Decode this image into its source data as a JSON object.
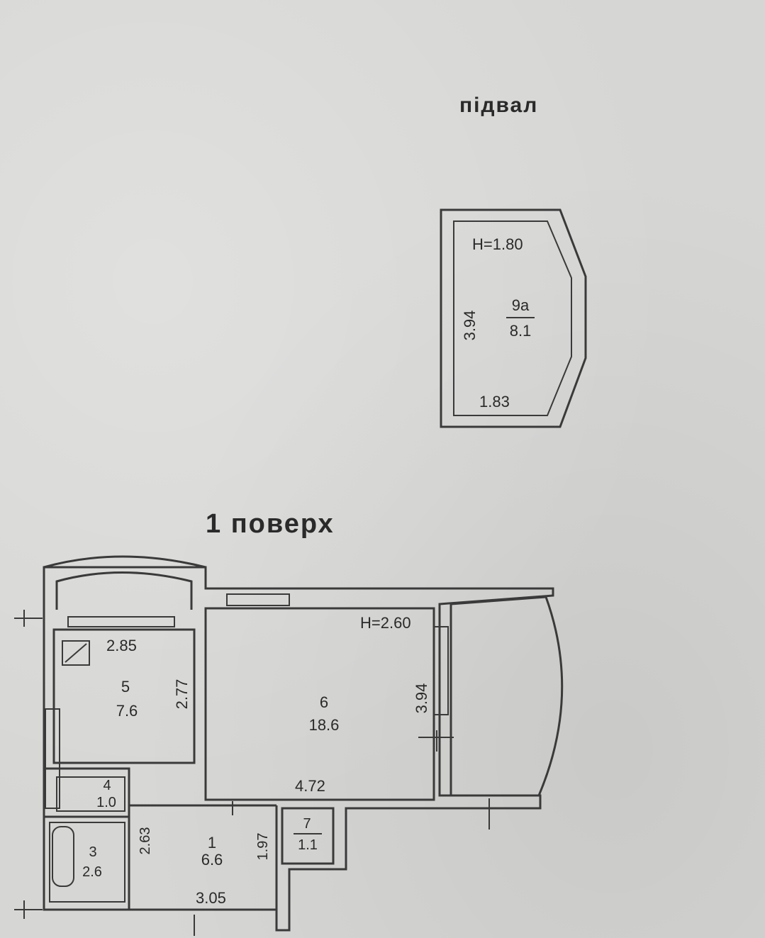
{
  "basement": {
    "title": "підвал",
    "height_label": "H=1.80",
    "room_number": "9а",
    "room_area": "8.1",
    "side_length": "3.94",
    "bottom_length": "1.83"
  },
  "first_floor": {
    "title": "1 поверх",
    "height_label": "H=2.60",
    "rooms": [
      {
        "number": "5",
        "area": "7.6"
      },
      {
        "number": "6",
        "area": "18.6"
      },
      {
        "number": "4",
        "area": "1.0"
      },
      {
        "number": "3",
        "area": "2.6"
      },
      {
        "number": "1",
        "area": "6.6"
      },
      {
        "number": "7",
        "area": "1.1"
      }
    ],
    "dimensions": {
      "room5_width": "2.85",
      "room5_depth": "2.77",
      "room6_depth": "3.94",
      "room6_width": "4.72",
      "room1_side": "2.63",
      "room7_side": "1.97",
      "room1_bottom": "3.05"
    }
  },
  "colors": {
    "paper": "#d6d6d4",
    "ink": "#2a2a2a"
  }
}
